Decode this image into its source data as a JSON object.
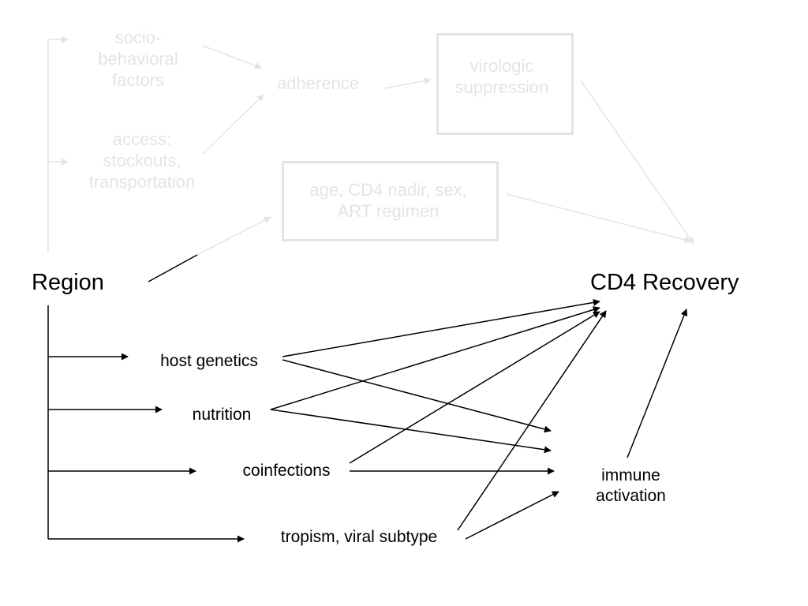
{
  "colors": {
    "faded": "#e4e4e4",
    "main": "#000000",
    "background": "#ffffff"
  },
  "nodes": {
    "socio": "socio-\nbehavioral\nfactors",
    "access": "access:\nstockouts,\ntransportation",
    "adherence": "adherence",
    "virologic": "virologic\nsuppression",
    "demographics": "age, CD4 nadir, sex,\nART regimen",
    "region": "Region",
    "cd4": "CD4 Recovery",
    "host_genetics": "host genetics",
    "nutrition": "nutrition",
    "coinfections": "coinfections",
    "tropism": "tropism, viral subtype",
    "immune": "immune\nactivation"
  }
}
